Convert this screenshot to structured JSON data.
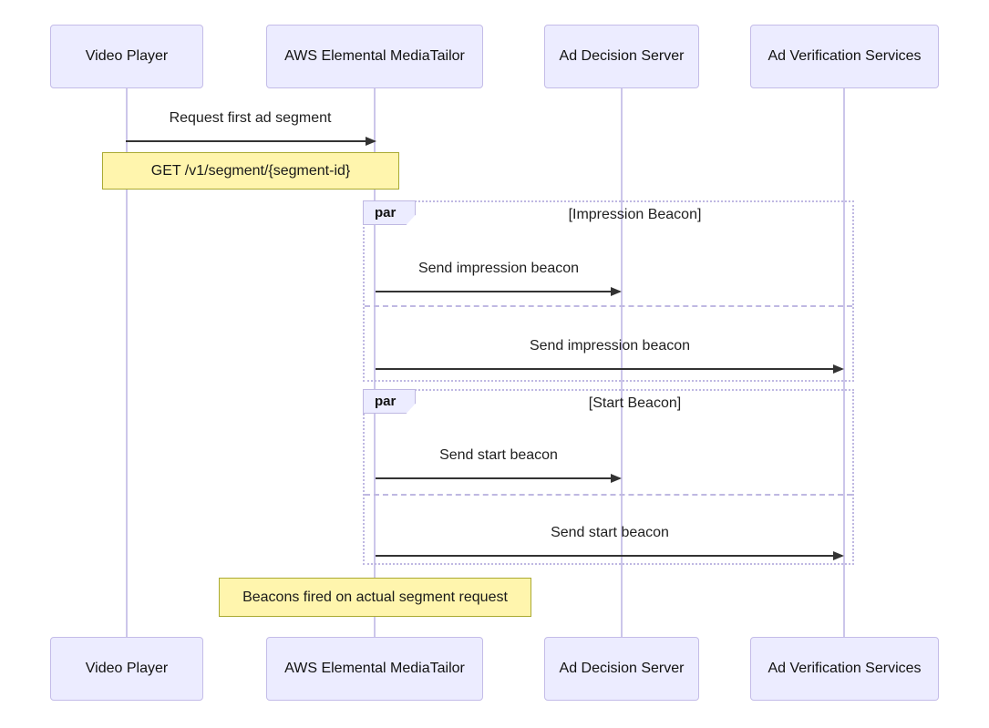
{
  "diagram": {
    "kind": "sequence-diagram",
    "actors": [
      {
        "label": "Video Player"
      },
      {
        "label": "AWS Elemental MediaTailor"
      },
      {
        "label": "Ad Decision Server"
      },
      {
        "label": "Ad Verification Services"
      }
    ],
    "messages": [
      {
        "from": "Video Player",
        "to": "AWS Elemental MediaTailor",
        "label": "Request first ad segment",
        "arrow": "solid"
      },
      {
        "from": "AWS Elemental MediaTailor",
        "to": "Ad Decision Server",
        "label": "Send impression beacon",
        "arrow": "solid"
      },
      {
        "from": "AWS Elemental MediaTailor",
        "to": "Ad Verification Services",
        "label": "Send impression beacon",
        "arrow": "solid"
      },
      {
        "from": "AWS Elemental MediaTailor",
        "to": "Ad Decision Server",
        "label": "Send start beacon",
        "arrow": "solid"
      },
      {
        "from": "AWS Elemental MediaTailor",
        "to": "Ad Verification Services",
        "label": "Send start beacon",
        "arrow": "solid"
      }
    ],
    "notes": [
      {
        "text": "GET /v1/segment/{segment-id}",
        "over": "Video Player, AWS Elemental MediaTailor"
      },
      {
        "text": "Beacons fired on actual segment request",
        "over": "AWS Elemental MediaTailor"
      }
    ],
    "par_blocks": [
      {
        "keyword": "par",
        "condition": "[Impression Beacon]"
      },
      {
        "keyword": "par",
        "condition": "[Start Beacon]"
      }
    ],
    "colors": {
      "bg": "#ffffff",
      "actor_fill": "#ECECFF",
      "actor_border": "#C4BCE8",
      "lifeline": "#CCC6EA",
      "note_fill": "#FFF5AD",
      "note_border": "#AAAA33",
      "par_border": "#BFB8E2",
      "arrow": "#333333",
      "text": "#1f1f1f"
    }
  }
}
